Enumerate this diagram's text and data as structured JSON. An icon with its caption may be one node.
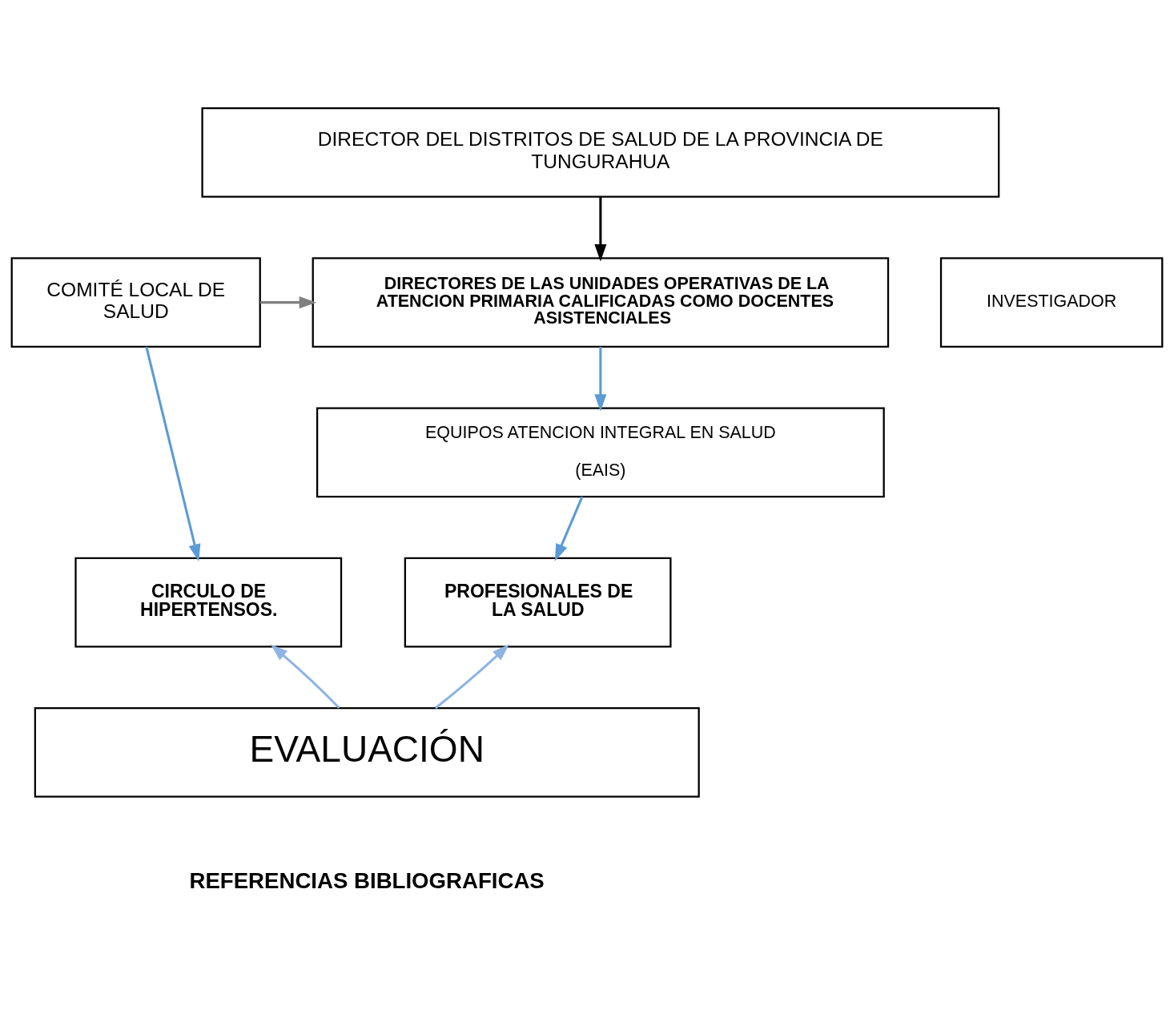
{
  "diagram": {
    "nodes": [
      {
        "text": [
          "DIRECTOR DEL DISTRITOS DE SALUD DE LA PROVINCIA DE TUNGURAHUA"
        ]
      },
      {
        "text": [
          "COMITÉ LOCAL DE SALUD"
        ]
      },
      {
        "text": [
          "DIRECTORES DE LAS UNIDADES OPERATIVAS DE LA ATENCION PRIMARIA CALIFICADAS COMO DOCENTES ASISTENCIALES"
        ]
      },
      {
        "text": [
          "INVESTIGADOR"
        ]
      },
      {
        "text": [
          "EQUIPOS ATENCION INTEGRAL EN SALUD",
          "(EAIS)"
        ]
      },
      {
        "text": [
          "CIRCULO DE HIPERTENSOS."
        ]
      },
      {
        "text": [
          "PROFESIONALES DE LA SALUD"
        ]
      },
      {
        "text": [
          "EVALUACIÓN"
        ]
      }
    ],
    "edges": [
      {
        "from": 0,
        "to": 2,
        "arrow": "to",
        "color": "#000000"
      },
      {
        "from": 1,
        "to": 2,
        "arrow": "to",
        "color": "#808080"
      },
      {
        "from": 2,
        "to": 4,
        "arrow": "to",
        "color": "#5b9bd5"
      },
      {
        "from": 1,
        "to": 5,
        "arrow": "to",
        "color": "#5b9bd5"
      },
      {
        "from": 4,
        "to": 6,
        "arrow": "to",
        "color": "#5b9bd5"
      },
      {
        "from": 7,
        "to": 5,
        "arrow": "to",
        "color": "#8eb4e3"
      },
      {
        "from": 7,
        "to": 6,
        "arrow": "to",
        "color": "#8eb4e3"
      }
    ],
    "labels": [
      "REFERENCIAS BIBLIOGRAFICAS"
    ]
  }
}
